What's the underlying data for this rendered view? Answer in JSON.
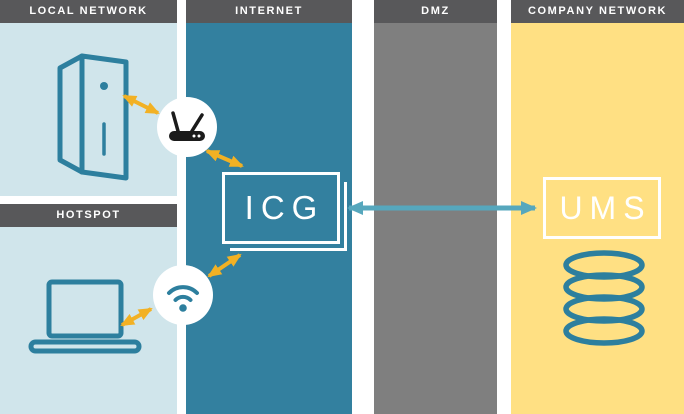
{
  "panels": {
    "local_network": {
      "label": "LOCAL NETWORK"
    },
    "hotspot": {
      "label": "HOTSPOT"
    },
    "internet": {
      "label": "INTERNET"
    },
    "dmz": {
      "label": "DMZ"
    },
    "company_network": {
      "label": "COMPANY NETWORK"
    }
  },
  "nodes": {
    "icg": {
      "label": "ICG"
    },
    "ums": {
      "label": "UMS"
    }
  },
  "icons": {
    "local_device": "desktop-tower-icon",
    "gateway": "router-icon",
    "hotspot_signal": "wifi-icon",
    "hotspot_device": "laptop-icon",
    "company_storage": "database-icon"
  },
  "colors": {
    "local_network_bg": "#d0e5eb",
    "internet_bg": "#33809f",
    "dmz_bg": "#7f7f7f",
    "company_network_bg": "#ffe083",
    "header_bg": "#58585a",
    "icon_stroke": "#2d7f9e",
    "arrow_yellow": "#f2b124",
    "arrow_teal": "#56a7bd",
    "router_glyph": "#1b1b1b"
  }
}
